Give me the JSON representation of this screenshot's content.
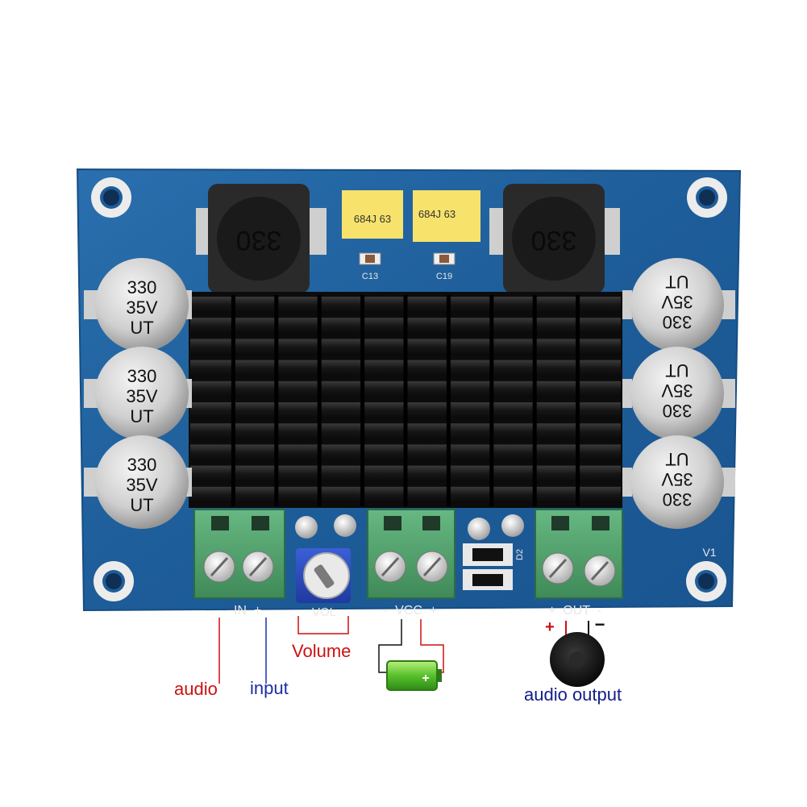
{
  "board": {
    "version_mark": "V1",
    "inductor_marking": "330",
    "film_cap_marking_left": "684J 63",
    "film_cap_marking_right": "684J 63",
    "smd_label_left": "C13",
    "smd_label_right": "C19",
    "electrolytic_cap": {
      "line1": "330",
      "line2": "35V",
      "line3": "UT"
    },
    "terminal_labels": {
      "in": "-  IN  +",
      "vcc": "-  VCC  +",
      "out": "+  OUT  -",
      "vol": "VOL"
    },
    "diode_label": "D2"
  },
  "annotations": {
    "audio": "audio",
    "input": "input",
    "volume": "Volume",
    "audio_output": "audio output",
    "plus_sign": "+",
    "minus_sign": "−"
  },
  "colors": {
    "pcb": "#1f5f98",
    "heatsink": "#141414",
    "terminal": "#4f9f6a",
    "annotation_red": "#cc1111",
    "annotation_blue": "#1a2fa8"
  }
}
